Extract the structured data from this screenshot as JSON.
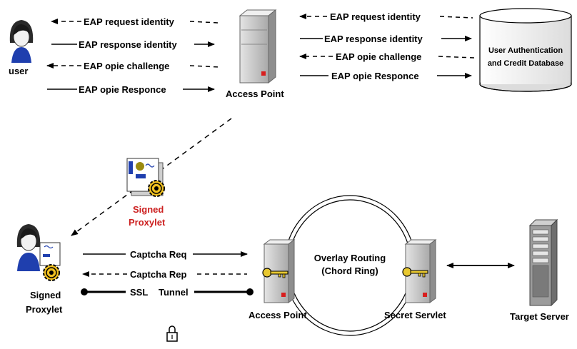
{
  "actors": {
    "user": "user",
    "access_point_top": "Access Point",
    "database_line1": "User Authentication",
    "database_line2": "and Credit Database",
    "signed_proxylet_mid_line1": "Signed",
    "signed_proxylet_mid_line2": "Proxylet",
    "signed_proxylet_bottom_line1": "Signed",
    "signed_proxylet_bottom_line2": "Proxylet",
    "access_point_bottom": "Access Point",
    "secret_servlet": "Secret Servlet",
    "target_server": "Target Server",
    "overlay_line1": "Overlay Routing",
    "overlay_line2": "(Chord Ring)"
  },
  "messages_user_ap": [
    "EAP request identity",
    "EAP response identity",
    "EAP opie challenge",
    "EAP opie Responce"
  ],
  "messages_ap_db": [
    "EAP request identity",
    "EAP response identity",
    "EAP opie challenge",
    "EAP opie Responce"
  ],
  "messages_bottom": [
    "Captcha Req",
    "Captcha Rep",
    "SSL",
    "Tunnel"
  ],
  "colors": {
    "accent_red": "#cc1f1f",
    "server_gray": "#c8c8c8",
    "key_yellow": "#e8c830"
  }
}
